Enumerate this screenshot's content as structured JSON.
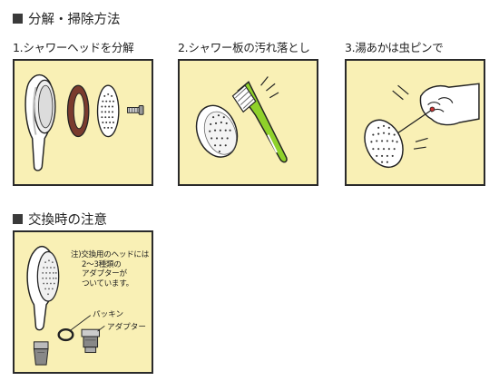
{
  "section1": {
    "title": "分解・掃除方法"
  },
  "steps": [
    {
      "label": "1.シャワーヘッドを分解"
    },
    {
      "label": "2.シャワー板の汚れ落とし"
    },
    {
      "label": "3.湯あかは虫ピンで"
    }
  ],
  "section2": {
    "title": "交換時の注意",
    "note_lines": [
      "注)交換用のヘッドには",
      "2～3種類の",
      "アダプターが",
      "ついています。"
    ],
    "labels": {
      "packing": "パッキン",
      "adapter": "アダプター"
    }
  },
  "colors": {
    "panel_bg": "#f9f0b5",
    "brush": "#8fd12a",
    "square": "#3a3a3a"
  }
}
